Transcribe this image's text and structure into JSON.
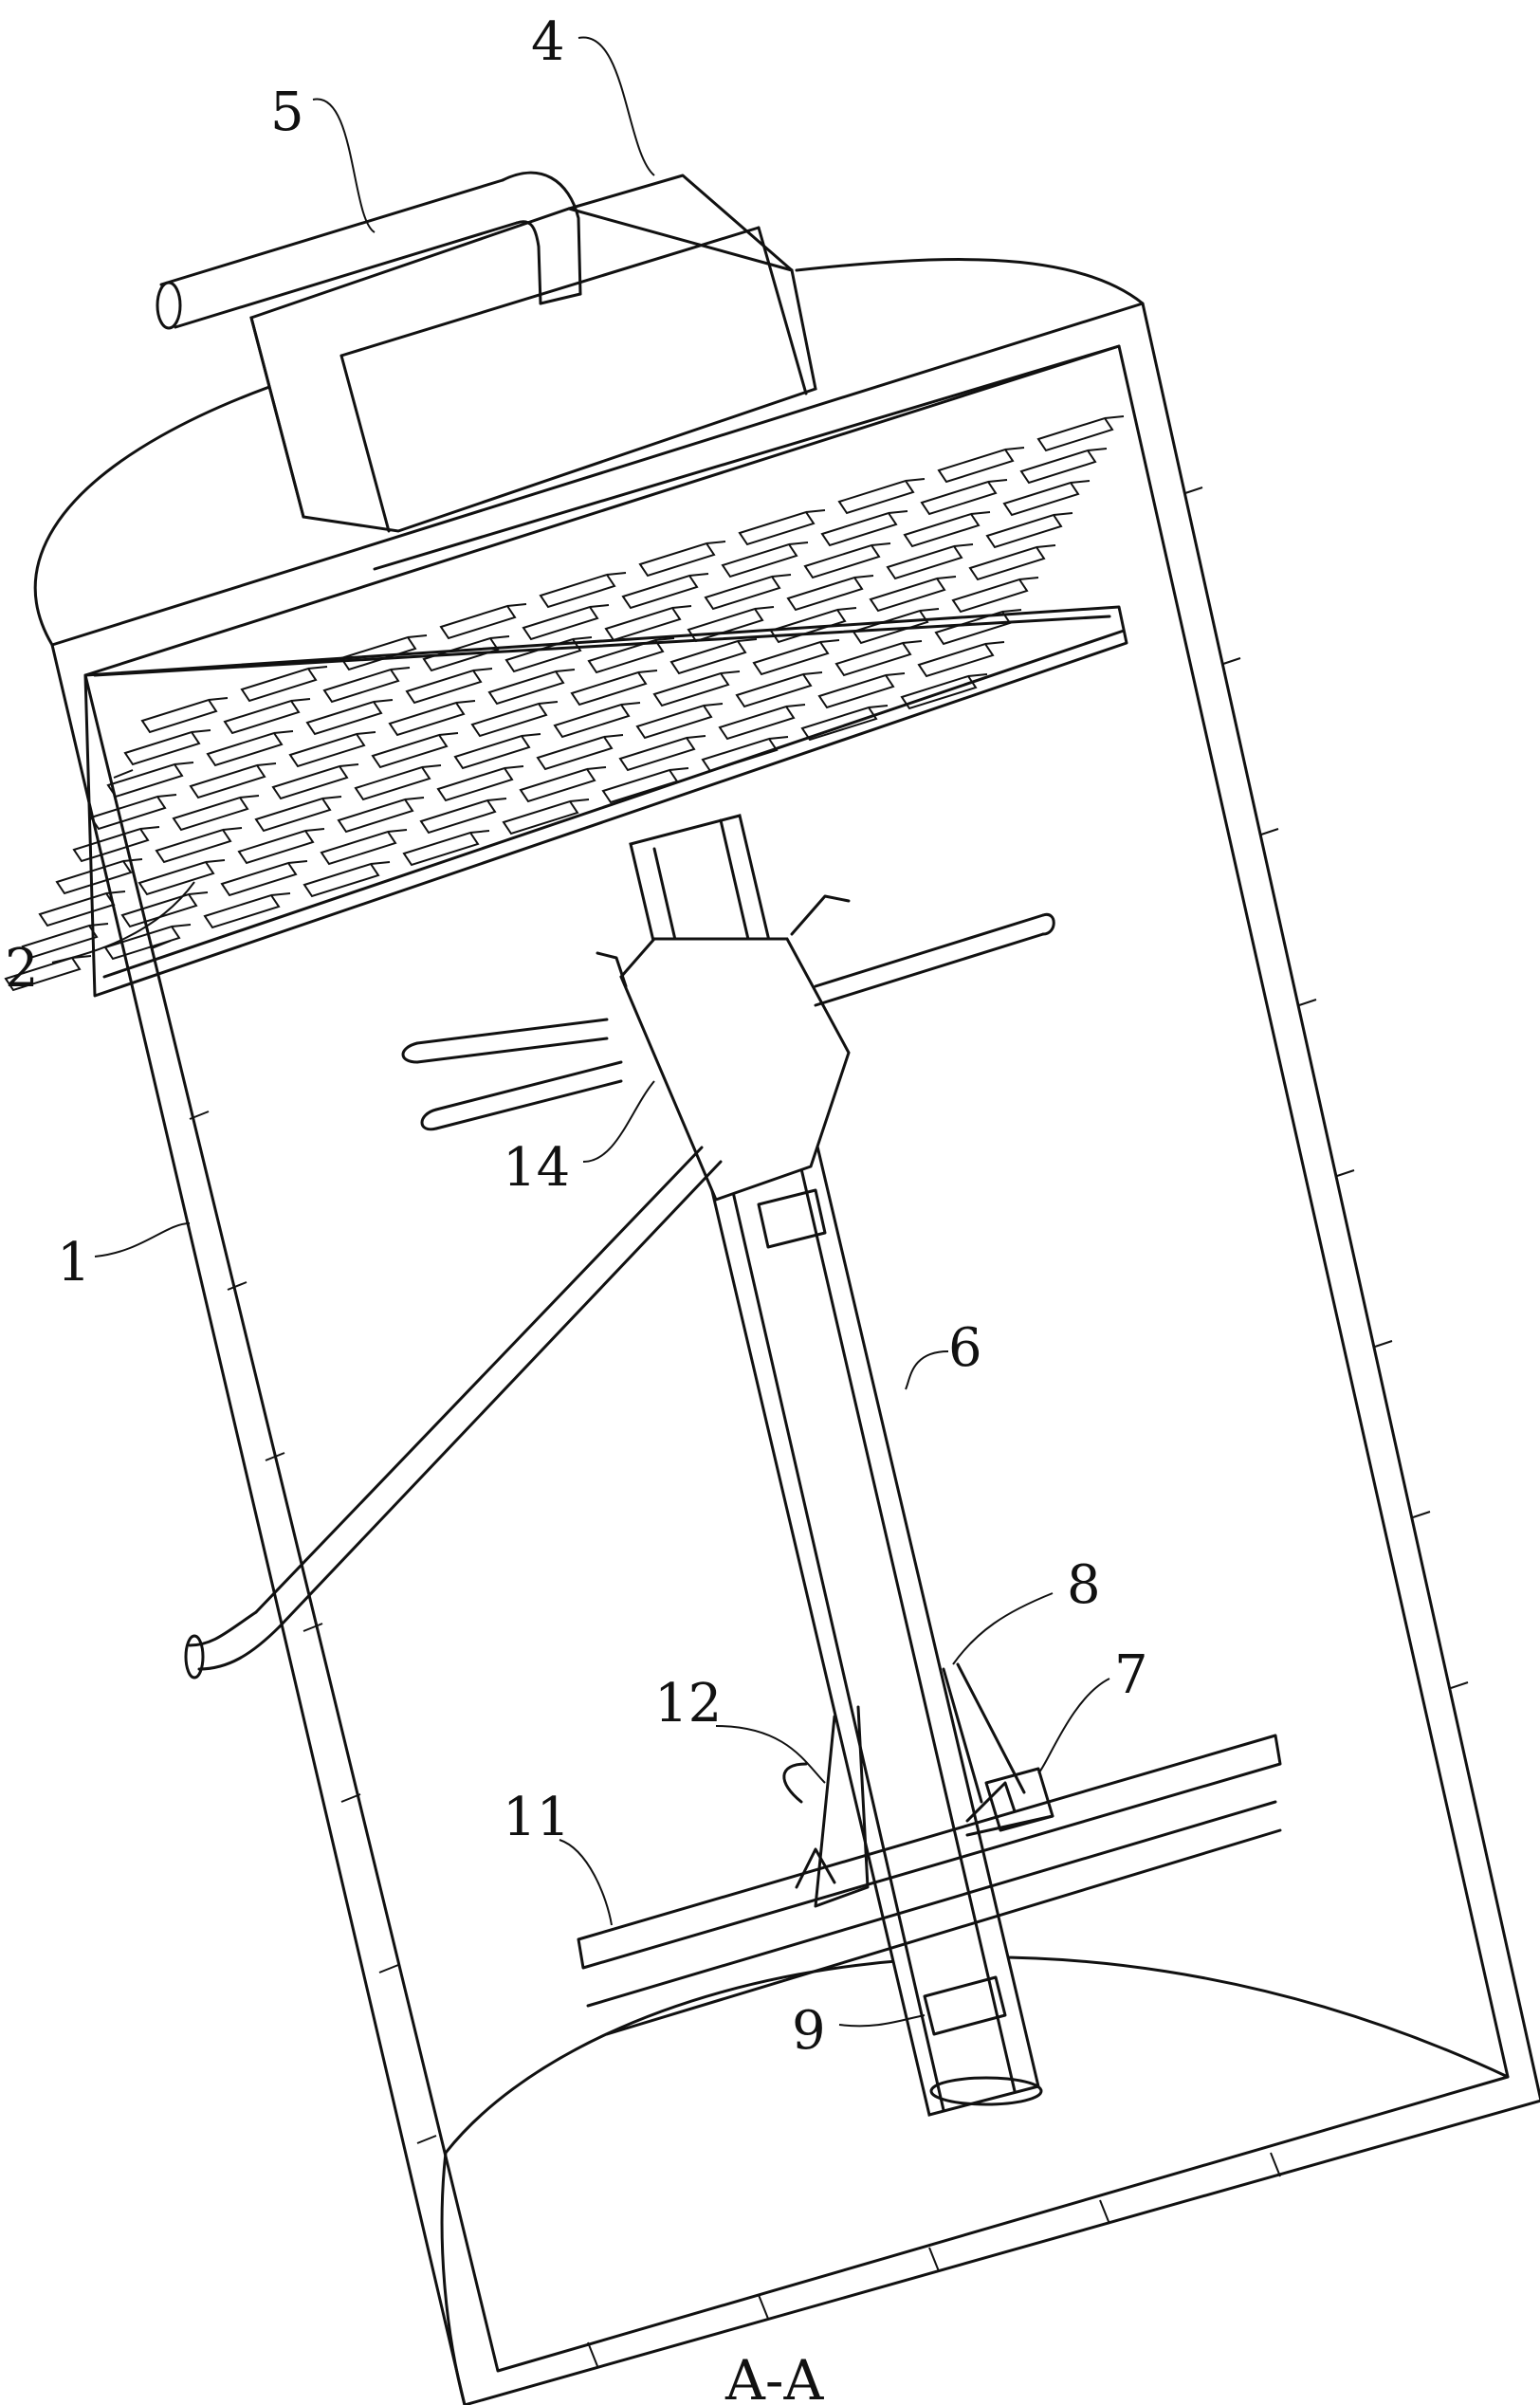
{
  "labels": {
    "housing": "1",
    "filter_layer": "2",
    "inlet_box": "4",
    "pipe": "5",
    "central_tube": "6",
    "part_7": "7",
    "part_8": "8",
    "part_9": "9",
    "agitator_blade": "11",
    "part_12": "12",
    "sprinkler_head": "14"
  },
  "caption": "A-A"
}
